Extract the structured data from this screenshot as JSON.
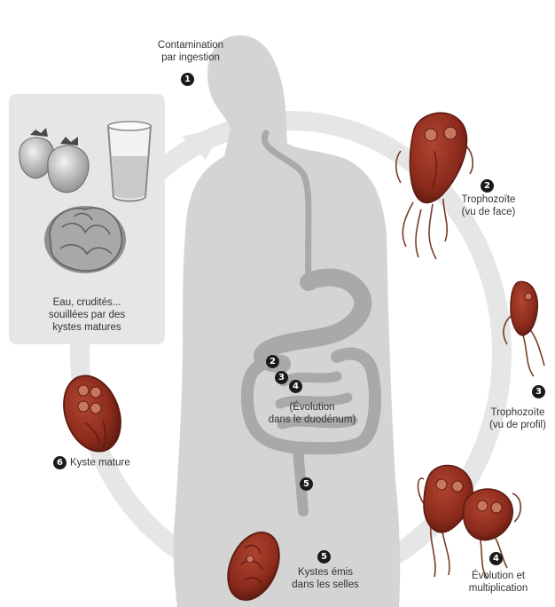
{
  "colors": {
    "ring": "#e3e3e3",
    "silhouette": "#d4d4d4",
    "digestive_tract": "#a9a9a9",
    "panel": "#e6e6e6",
    "parasite": "#8b2a1c",
    "parasite_dark": "#5c1a10",
    "flagella": "#7a3b2a",
    "badge": "#1a1a1a"
  },
  "steps": [
    {
      "number": "1",
      "label": [
        "Contamination",
        "par ingestion"
      ]
    },
    {
      "number": "2",
      "label": [
        "Trophozoïte",
        "(vu de face)"
      ]
    },
    {
      "number": "3",
      "label": [
        "Trophozoïte",
        "(vu de profil)"
      ]
    },
    {
      "number": "4",
      "label": [
        "Évolution et",
        "multiplication"
      ]
    },
    {
      "number": "5",
      "label": [
        "Kystes émis",
        "dans les selles"
      ]
    },
    {
      "number": "6",
      "label": [
        "Kyste mature"
      ]
    }
  ],
  "source_panel": {
    "label": [
      "Eau, crudités...",
      "souillées par des",
      "kystes matures"
    ]
  },
  "body_markers": {
    "numbers": [
      "2",
      "3",
      "4",
      "5"
    ],
    "duodenum_label": [
      "(Évolution",
      "dans le duodénum)"
    ]
  }
}
